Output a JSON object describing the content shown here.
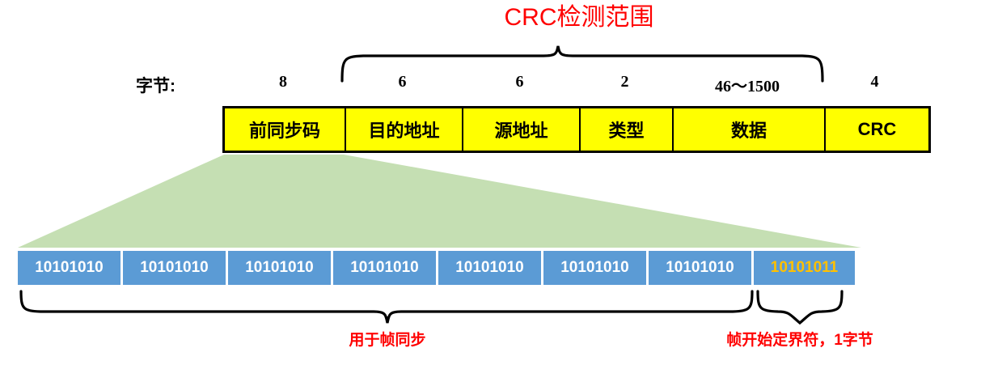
{
  "diagram": {
    "title": "CRC检测范围",
    "byte_row_header": "字节:",
    "colors": {
      "title_red": "#ff0000",
      "frame_fill": "#ffff00",
      "frame_border": "#000000",
      "preamble_fill": "#5b9bd5",
      "preamble_text": "#ffffff",
      "sfd_text": "#ffc000",
      "expansion_fill": "#c5dfb3"
    },
    "frame_fields": [
      {
        "name": "前同步码",
        "bytes": "8"
      },
      {
        "name": "目的地址",
        "bytes": "6"
      },
      {
        "name": "源地址",
        "bytes": "6"
      },
      {
        "name": "类型",
        "bytes": "2"
      },
      {
        "name": "数据",
        "bytes": "46～1500"
      },
      {
        "name": "CRC",
        "bytes": "4"
      }
    ],
    "preamble_bytes": [
      {
        "bits": "10101010",
        "highlight": false
      },
      {
        "bits": "10101010",
        "highlight": false
      },
      {
        "bits": "10101010",
        "highlight": false
      },
      {
        "bits": "10101010",
        "highlight": false
      },
      {
        "bits": "10101010",
        "highlight": false
      },
      {
        "bits": "10101010",
        "highlight": false
      },
      {
        "bits": "10101010",
        "highlight": false
      },
      {
        "bits": "10101011",
        "highlight": true
      }
    ],
    "bottom_captions": [
      {
        "text": "用于帧同步"
      },
      {
        "text": "帧开始定界符，1字节"
      }
    ]
  }
}
